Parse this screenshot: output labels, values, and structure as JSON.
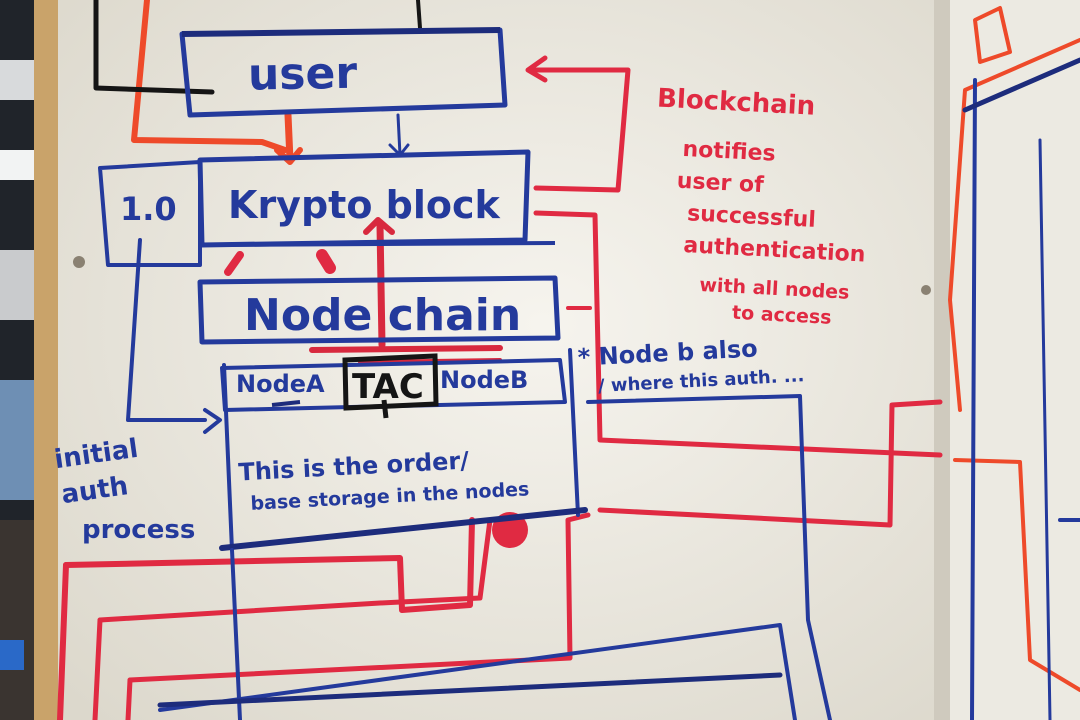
{
  "boxes": {
    "user": "user",
    "version": "1.0",
    "krypto": "Krypto block",
    "nodechain": "Node chain",
    "node_a": "NodeA",
    "node_b": "NodeB",
    "tac": "TAC"
  },
  "notes": {
    "order_line1": "This is the order/",
    "order_line2": "base storage in the nodes",
    "initial_line1": "initial",
    "initial_line2": "auth",
    "initial_line3": "process",
    "node_b_line1": "* Node b also",
    "node_b_line2": "/ where this auth. ...",
    "red_lines": [
      "Blockchain",
      "notifies",
      "user of",
      "successful",
      "authentication",
      "with all nodes",
      "to access"
    ]
  },
  "colors": {
    "blue": "#243a9c",
    "red": "#e02a42",
    "orange": "#ee4a2a",
    "black": "#151515",
    "board": "#f3f1e9"
  }
}
